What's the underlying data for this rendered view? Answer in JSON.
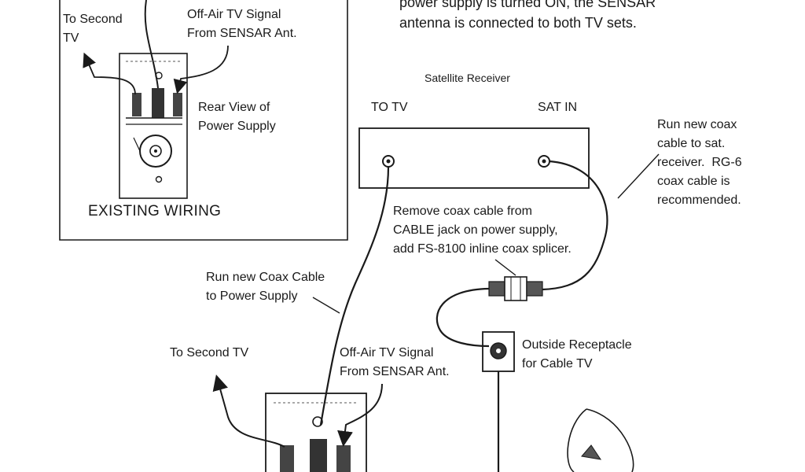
{
  "top_note": {
    "line1": "power supply is turned ON, the SENSAR",
    "line2": "antenna is connected to both TV sets."
  },
  "existing": {
    "to_second_tv_1": "To Second",
    "to_second_tv_2": "TV",
    "offair_1": "Off-Air TV Signal",
    "offair_2": "From SENSAR Ant.",
    "rear_view_1": "Rear View of",
    "rear_view_2": "Power Supply",
    "caption": "EXISTING WIRING"
  },
  "receiver": {
    "title": "Satellite Receiver",
    "to_tv": "TO TV",
    "sat_in": "SAT IN"
  },
  "run_coax_sat": {
    "l1": "Run new coax",
    "l2": "cable to sat.",
    "l3": "receiver.  RG-6",
    "l4": "coax cable is",
    "l5": "recommended."
  },
  "remove_coax": {
    "l1": "Remove coax cable from",
    "l2": "CABLE jack on power supply,",
    "l3": "add FS-8100 inline coax splicer."
  },
  "run_coax_ps": {
    "l1": "Run new Coax Cable",
    "l2": "to Power Supply"
  },
  "new_wiring": {
    "to_second_tv": "To Second TV",
    "offair_1": "Off-Air TV Signal",
    "offair_2": "From SENSAR Ant."
  },
  "receptacle": {
    "l1": "Outside Receptacle",
    "l2": "for Cable TV"
  },
  "colors": {
    "ink": "#1a1a1a",
    "paper": "#ffffff"
  }
}
